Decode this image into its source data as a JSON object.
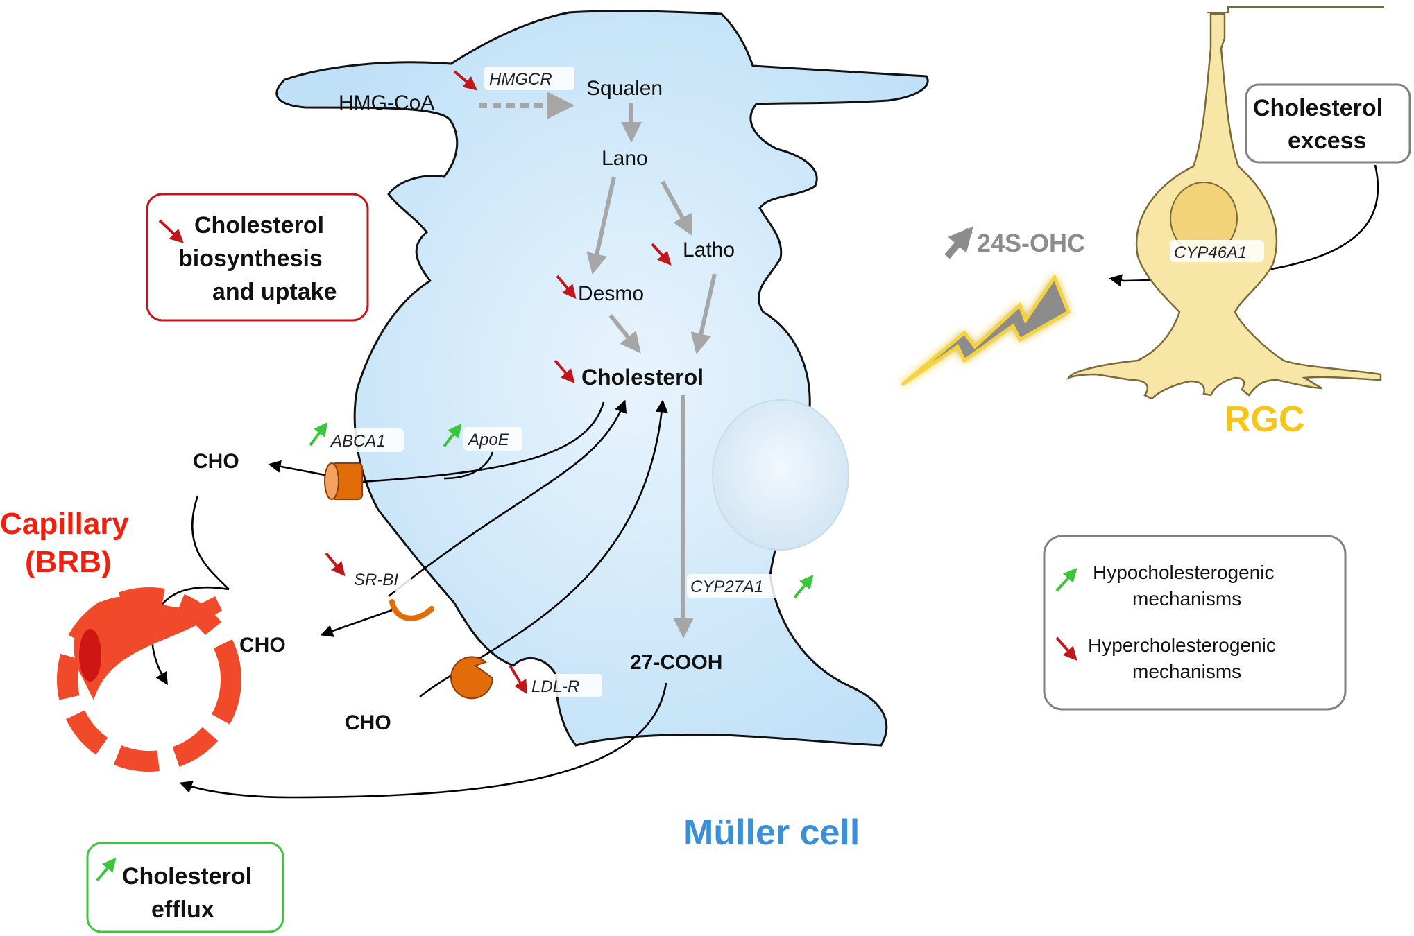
{
  "colors": {
    "cell_fill": "#bfe0f7",
    "cell_fill_light": "#e8f4fd",
    "rgc_fill": "#f7e6a6",
    "rgc_label": "#f5c518",
    "capillary": "#f04a2a",
    "muller_label": "#3b8fd6",
    "down_arrow": "#c0161c",
    "up_arrow": "#3cc63c",
    "transporter": "#e36c0a",
    "grey_arrow": "#a6a6a6"
  },
  "molecules": {
    "hmg_coa": "HMG-CoA",
    "squalen": "Squalen",
    "lano": "Lano",
    "latho": "Latho",
    "desmo": "Desmo",
    "cholesterol": "Cholesterol",
    "cooh27": "27-COOH",
    "cho_top": "CHO",
    "cho_mid": "CHO",
    "cho_bottom": "CHO",
    "oh24s": "24S-OHC"
  },
  "enzymes": {
    "hmgcr": "HMGCR",
    "abca1": "ABCA1",
    "apoe": "ApoE",
    "srbi": "SR-BI",
    "ldlr": "LDL-R",
    "cyp27a1": "CYP27A1",
    "cyp46a1": "CYP46A1"
  },
  "labels": {
    "capillary_line1": "Capillary",
    "capillary_line2": "(BRB)",
    "muller": "Müller cell",
    "rgc": "RGC"
  },
  "boxes": {
    "biosynthesis": [
      "Cholesterol",
      "biosynthesis",
      "and uptake"
    ],
    "efflux": [
      "Cholesterol",
      "efflux"
    ],
    "excess": [
      "Cholesterol",
      "excess"
    ]
  },
  "legend": {
    "hypo": [
      "Hypocholesterogenic",
      "mechanisms"
    ],
    "hyper": [
      "Hypercholesterogenic",
      "mechanisms"
    ]
  },
  "icons": [
    "down-arrow-icon",
    "up-arrow-icon",
    "lightning-icon",
    "transporter-icon",
    "receptor-icon"
  ]
}
